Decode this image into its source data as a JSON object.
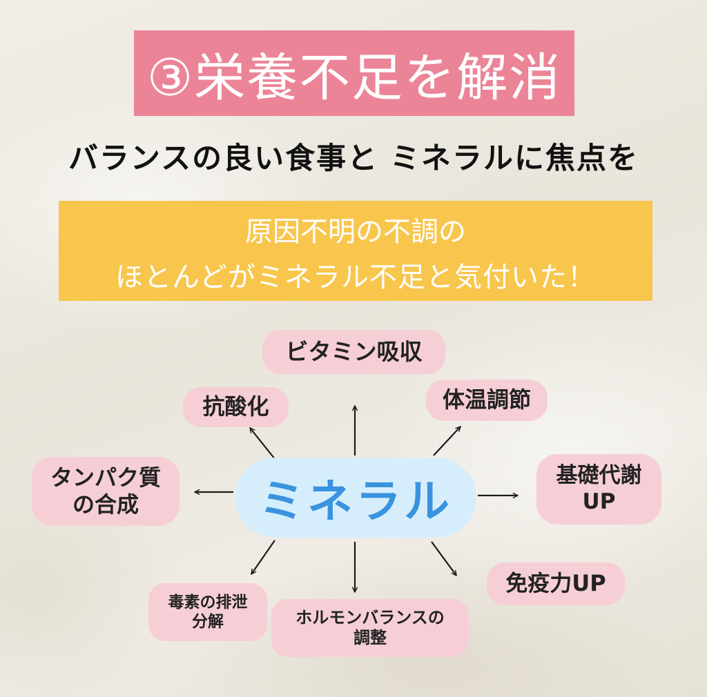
{
  "title": "③栄養不足を解消",
  "subtitle": "バランスの良い食事と ミネラルに焦点を",
  "highlight": {
    "line1": "原因不明の不調の",
    "line2": "ほとんどがミネラル不足と気付いた！"
  },
  "center_label": "ミネラル",
  "benefits": {
    "vitamin": "ビタミン吸収",
    "antioxidant": "抗酸化",
    "temperature": "体温調節",
    "protein_l1": "タンパク質",
    "protein_l2": "の合成",
    "metabolism_l1": "基礎代謝",
    "metabolism_l2": "UP",
    "immunity": "免疫力UP",
    "detox_l1": "毒素の排泄",
    "detox_l2": "分解",
    "hormone_l1": "ホルモンバランスの",
    "hormone_l2": "調整"
  },
  "colors": {
    "title_bg": "#ec8497",
    "highlight_bg": "#f8c64d",
    "center_bg": "#d6eefc",
    "center_text": "#3a93de",
    "pill_bg": "#f6cfd6"
  }
}
